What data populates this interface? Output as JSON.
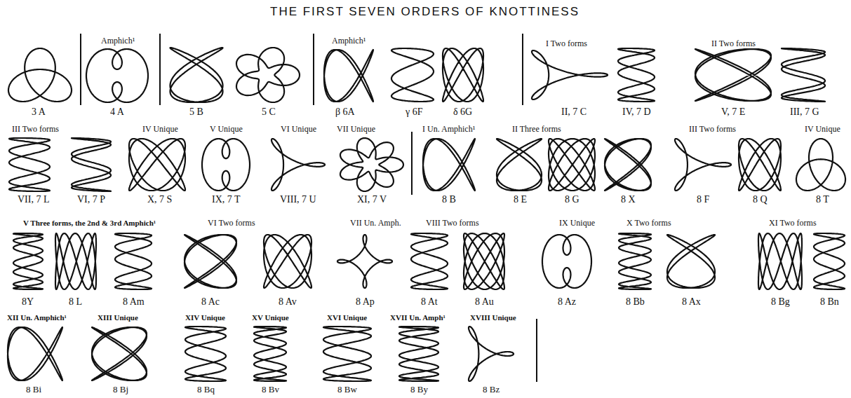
{
  "diagram": {
    "title": "THE FIRST SEVEN ORDERS OF KNOTTINESS",
    "labels": [
      "3 A",
      "Amphich¹",
      "4 A",
      "5 B",
      "5 C",
      "Amphich¹",
      "β 6A",
      "γ 6F",
      "δ 6G",
      "I Two forms",
      "II, 7 C",
      "IV, 7 D",
      "II Two forms",
      "V, 7 E",
      "III, 7 G",
      "III Two forms",
      "IV Unique",
      "V Unique",
      "VI Unique",
      "VII Unique",
      "I Un. Amphich¹",
      "II Three forms",
      "III Two forms",
      "IV Unique",
      "VII, 7 L",
      "VI, 7 P",
      "X, 7 S",
      "IX, 7 T",
      "VIII, 7 U",
      "XI, 7 V",
      "8 B",
      "8 E",
      "8 G",
      "8 X",
      "8 F",
      "8 Q",
      "8 T",
      "V Three forms, the 2nd & 3rd Amphich¹",
      "VI Two forms",
      "VII Un. Amph.",
      "VIII Two forms",
      "IX Unique",
      "X Two forms",
      "XI Two forms",
      "8Y",
      "8 L",
      "8 Am",
      "8 Ac",
      "8 Av",
      "8 Ap",
      "8 At",
      "8 Au",
      "8 Az",
      "8 Bb",
      "8 Ax",
      "8 Bg",
      "8 Bn",
      "XII Un. Amphich¹",
      "XIII Unique",
      "XIV Unique",
      "XV Unique",
      "XVI Unique",
      "XVII Un. Amph¹",
      "XVIII Unique",
      "8 Bi",
      "8 Bj",
      "8 Bq",
      "8 Bv",
      "8 Bw",
      "8 By",
      "8 Bz"
    ]
  }
}
